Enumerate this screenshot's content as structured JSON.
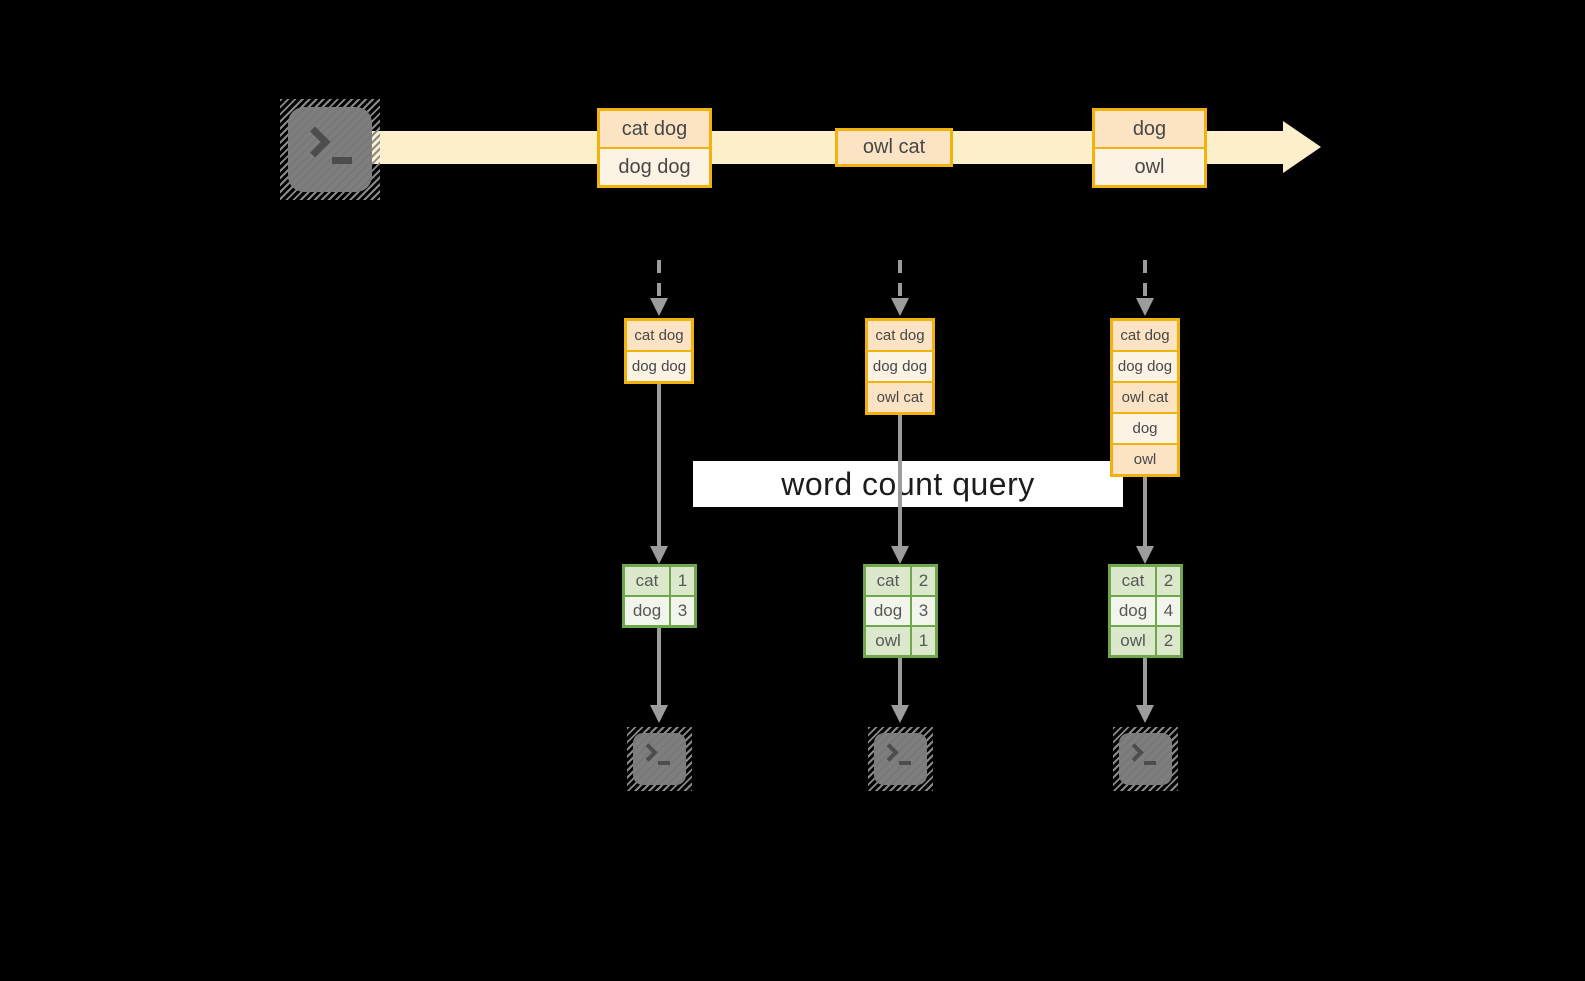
{
  "banner": {
    "label": "word count query"
  },
  "stream": {
    "producer_icon": "terminal-icon",
    "event_groups": [
      {
        "events": [
          "cat dog",
          "dog dog"
        ]
      },
      {
        "events": [
          "owl cat"
        ]
      },
      {
        "events": [
          "dog",
          "owl"
        ]
      }
    ]
  },
  "columns": [
    {
      "log": [
        "cat dog",
        "dog dog"
      ],
      "counts": [
        [
          "cat",
          "1"
        ],
        [
          "dog",
          "3"
        ]
      ],
      "consumer_icon": "terminal-icon"
    },
    {
      "log": [
        "cat dog",
        "dog dog",
        "owl cat"
      ],
      "counts": [
        [
          "cat",
          "2"
        ],
        [
          "dog",
          "3"
        ],
        [
          "owl",
          "1"
        ]
      ],
      "consumer_icon": "terminal-icon"
    },
    {
      "log": [
        "cat dog",
        "dog dog",
        "owl cat",
        "dog",
        "owl"
      ],
      "counts": [
        [
          "cat",
          "2"
        ],
        [
          "dog",
          "4"
        ],
        [
          "owl",
          "2"
        ]
      ],
      "consumer_icon": "terminal-icon"
    }
  ],
  "colors": {
    "background": "#000000",
    "stream_band": "#fcf0cc",
    "event_border": "#f2b20c",
    "event_fill_dark": "#fbe3c4",
    "event_fill_light": "#fdf3e4",
    "table_border": "#6fa84c",
    "table_fill_dark": "#dce8cc",
    "table_fill_light": "#f2f5ec",
    "arrow_gray": "#9c9c9c",
    "terminal_gray": "#7e7e7e",
    "banner_bg": "#ffffff"
  }
}
